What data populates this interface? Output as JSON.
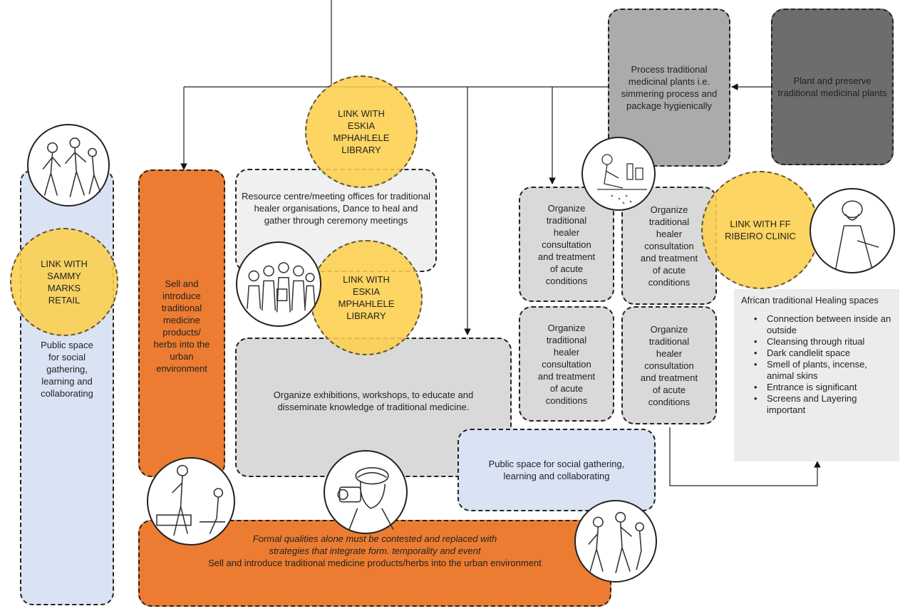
{
  "boxes": {
    "process_plants": "Process traditional medicinal plants i.e. simmering process and package hygienically",
    "plant_preserve": "Plant and preserve traditional medicinal plants",
    "resource_centre": "Resource centre/meeting offices for traditional healer organisations, Dance to heal and gather through ceremony meetings",
    "sell_vertical": "Sell and introduce traditional medicine products/ herbs into the urban environment",
    "public_space_left": "Public space for social gathering, learning and collaborating",
    "exhibitions": "Organize exhibitions, workshops, to educate and disseminate knowledge of traditional  medicine.",
    "public_space_mid": "Public space for social gathering, learning and collaborating",
    "consult_1": "Organize traditional healer consultation and treatment of acute conditions",
    "consult_2": "Organize traditional healer consultation and treatment of acute conditions",
    "consult_3": "Organize traditional healer consultation and treatment of acute conditions",
    "consult_4": "Organize traditional healer consultation and treatment of acute conditions",
    "bottom_quote": "Formal qualities alone must be contested and replaced with strategies that integrate form. temporality and event",
    "bottom_sell": "Sell and introduce traditional medicine products/herbs into the urban environment"
  },
  "links": {
    "library_top": "LINK WITH ESKIA MPHAHLELE LIBRARY",
    "library_mid": "LINK WITH ESKIA MPHAHLELE LIBRARY",
    "sammy_marks": "LINK WITH SAMMY MARKS RETAIL",
    "ff_ribeiro": "LINK WITH FF RIBEIRO CLINIC"
  },
  "healing": {
    "title": "African traditional Healing spaces",
    "items": [
      "Connection between inside an outside",
      "Cleansing through ritual",
      "Dark candlelit space",
      "Smell of plants, incense, animal skins",
      "Entrance is significant",
      "Screens and Layering important"
    ]
  },
  "icons": [
    "walking-people-sketch-icon",
    "group-portrait-sketch-icon",
    "photographer-sketch-icon",
    "healer-preparing-herbs-sketch-icon",
    "woman-portrait-sketch-icon",
    "market-vendors-sketch-icon"
  ],
  "colors": {
    "orange": "#ec7c31",
    "yellow": "#fccf4c",
    "blue": "#dae3f3",
    "grey": "#d9d9d9",
    "dark": "#6f6c6c"
  }
}
